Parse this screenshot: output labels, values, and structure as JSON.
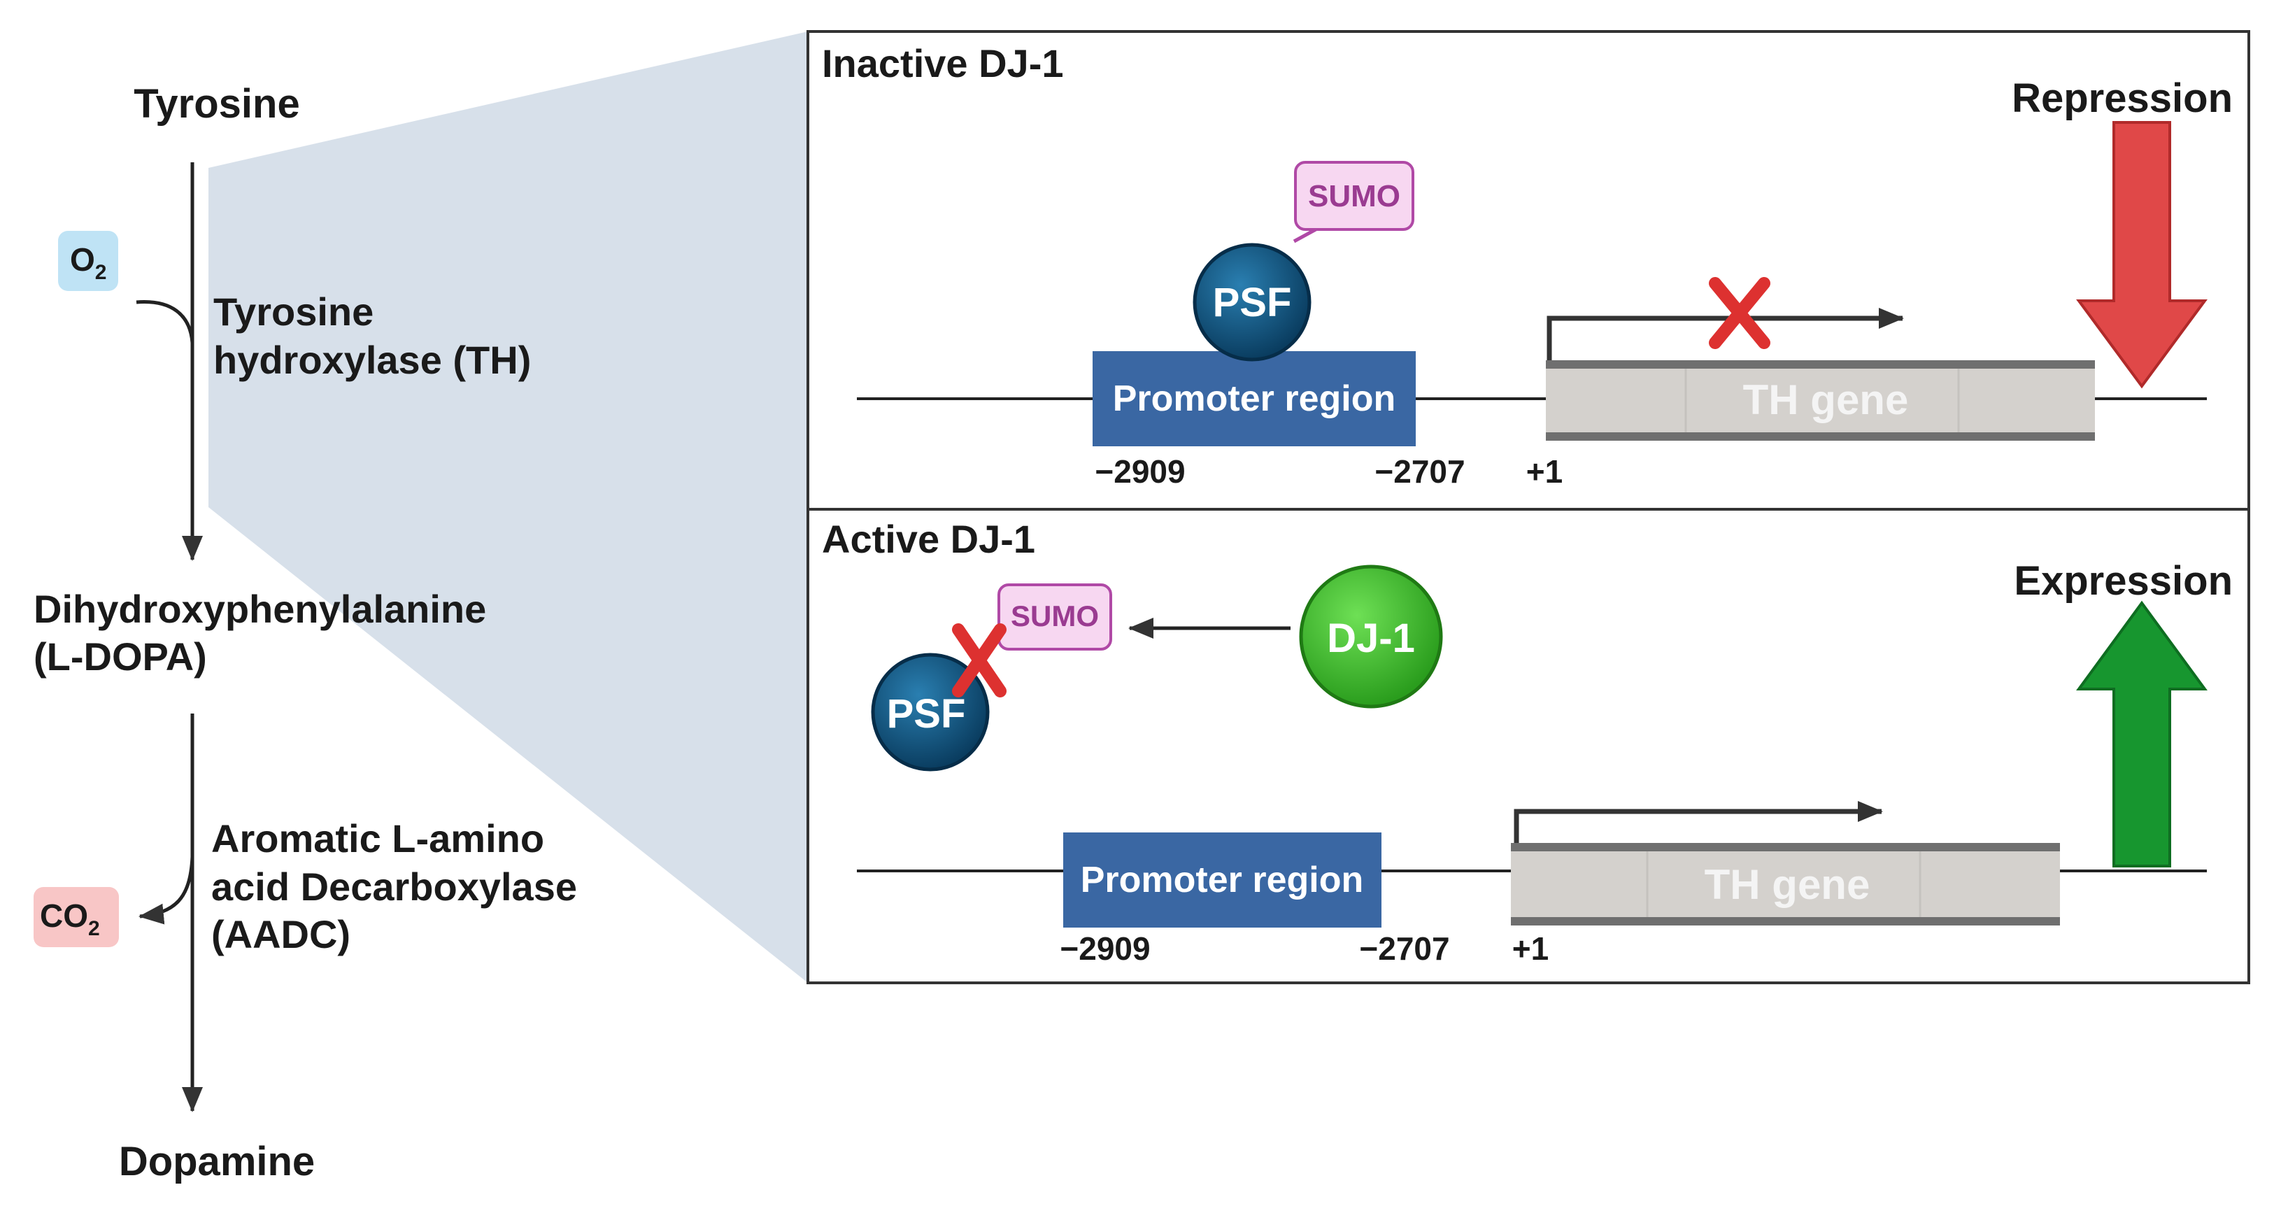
{
  "pathway": {
    "tyrosine": "Tyrosine",
    "o2": "O",
    "o2_sub": "2",
    "enzyme1_line1": "Tyrosine",
    "enzyme1_line2": "hydroxylase (TH)",
    "ldopa_line1": "Dihydroxyphenylalanine",
    "ldopa_line2": "(L-DOPA)",
    "enzyme2_line1": "Aromatic L-amino",
    "enzyme2_line2": "acid Decarboxylase",
    "enzyme2_line3": "(AADC)",
    "co2": "CO",
    "co2_sub": "2",
    "dopamine": "Dopamine"
  },
  "inactive": {
    "title": "Inactive DJ-1",
    "psf": "PSF",
    "sumo": "SUMO",
    "promoter": "Promoter region",
    "gene": "TH gene",
    "pos_start": "−2909",
    "pos_end": "−2707",
    "pos_tss": "+1",
    "outcome": "Repression"
  },
  "active": {
    "title": "Active DJ-1",
    "psf": "PSF",
    "sumo": "SUMO",
    "dj1": "DJ-1",
    "promoter": "Promoter region",
    "gene": "TH gene",
    "pos_start": "−2909",
    "pos_end": "−2707",
    "pos_tss": "+1",
    "outcome": "Expression"
  },
  "colors": {
    "panel_border": "#333333",
    "highlight_wedge": "#d7e0ea",
    "promoter_fill": "#3a67a3",
    "gene_fill": "#d4d1cd",
    "psf_fill": "#0f4e78",
    "dj1_fill": "#3fc02a",
    "sumo_fill": "#f7d7f1",
    "sumo_stroke": "#b049a6",
    "repression_arrow": "#e04848",
    "expression_arrow": "#17962f",
    "x_mark": "#dd3130",
    "o2_box": "#bfe3f5",
    "co2_box": "#f8c6c6"
  }
}
